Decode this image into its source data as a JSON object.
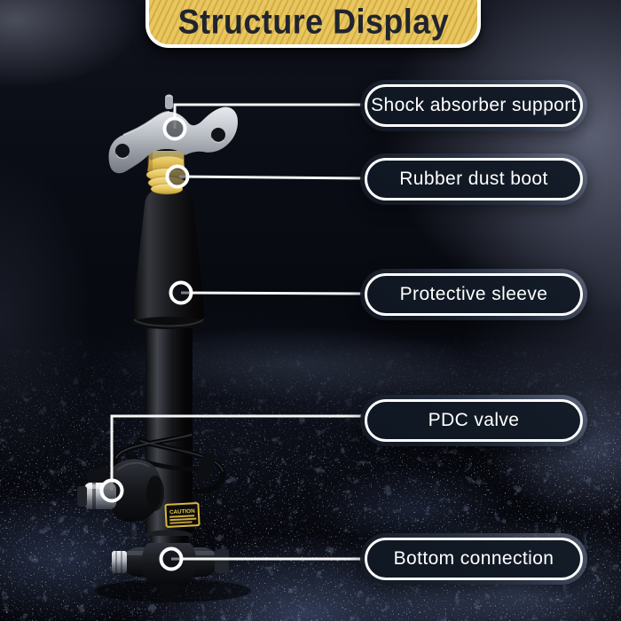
{
  "banner": {
    "title": "Structure Display"
  },
  "callouts": [
    {
      "id": "shock-absorber-support",
      "label": "Shock absorber support"
    },
    {
      "id": "rubber-dust-boot",
      "label": "Rubber dust boot"
    },
    {
      "id": "protective-sleeve",
      "label": "Protective sleeve"
    },
    {
      "id": "pdc-valve",
      "label": "PDC valve"
    },
    {
      "id": "bottom-connection",
      "label": "Bottom connection"
    }
  ],
  "part": {
    "caution_label": "CAUTION"
  },
  "colors": {
    "banner_bg": "#e9c75e",
    "banner_stripe": "#d2ac46",
    "banner_text": "#20242f",
    "pill_fill": "#101823",
    "pill_ring": "#ffffff",
    "connector": "#ffffff",
    "boot_yellow": "#e9cb66",
    "metal_silver": "#c3c7cd",
    "background_dark": "#070910"
  }
}
